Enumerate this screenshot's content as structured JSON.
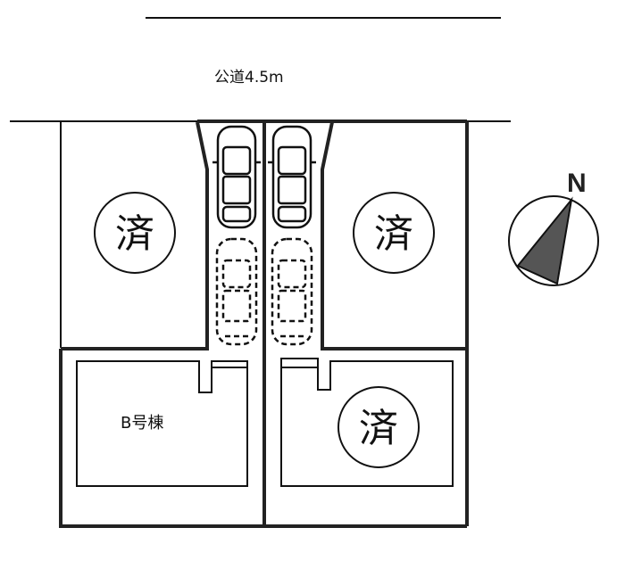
{
  "road": {
    "label": "公道4.5m"
  },
  "lots": [
    {
      "id": "upper-left",
      "status": "済"
    },
    {
      "id": "upper-right",
      "status": "済"
    },
    {
      "id": "lower-left",
      "label": "B号棟"
    },
    {
      "id": "lower-right",
      "status": "済"
    }
  ],
  "parking": {
    "cars_solid": 2,
    "cars_dashed": 2
  },
  "compass": {
    "label": "N",
    "fill_color": "#555555"
  },
  "colors": {
    "line": "#111111",
    "thick_line": "#222222"
  }
}
